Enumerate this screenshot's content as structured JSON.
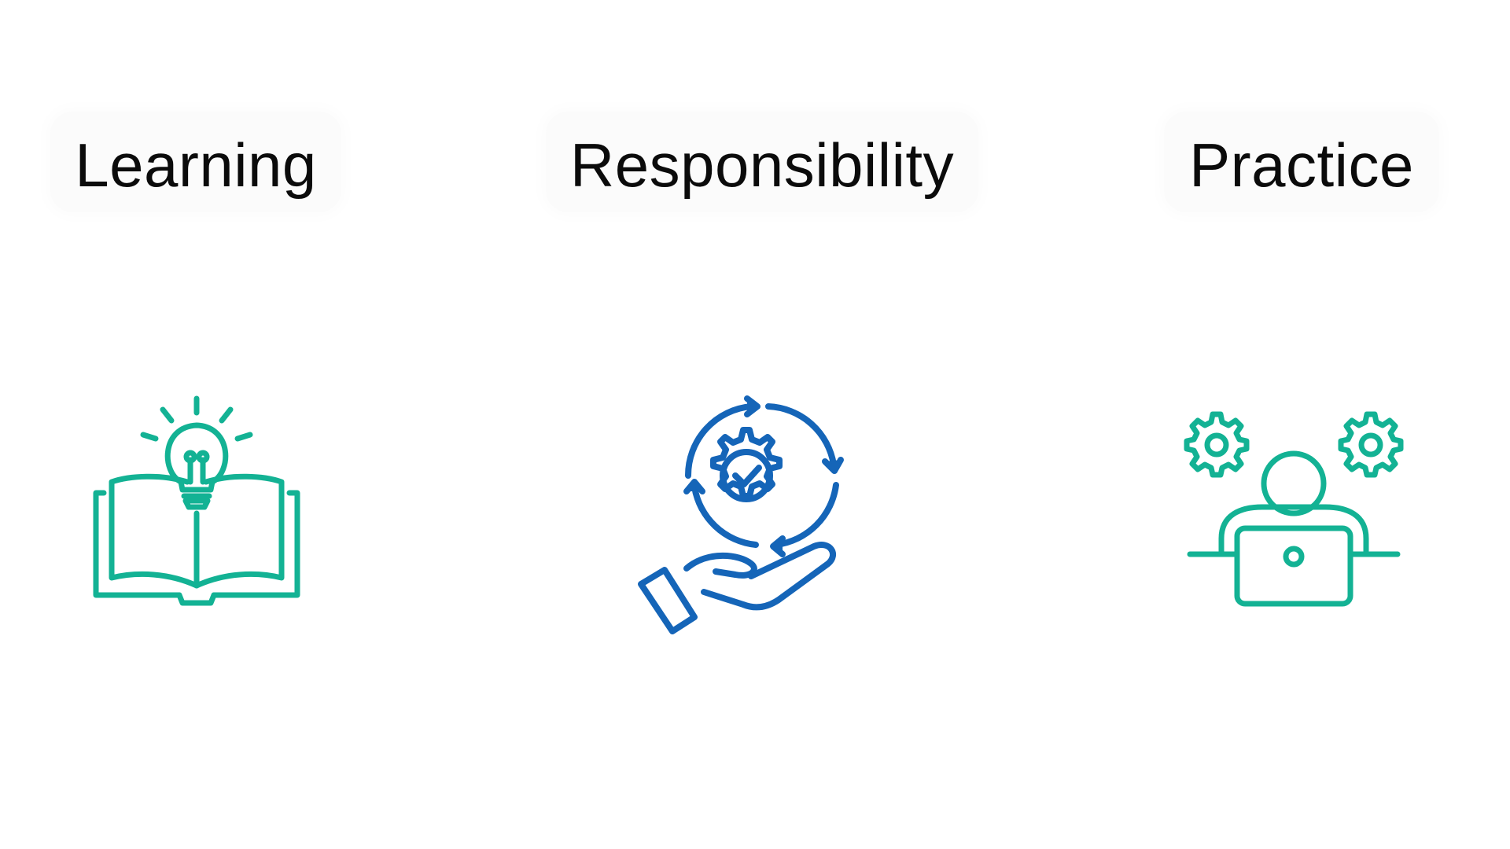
{
  "sections": [
    {
      "label": "Learning",
      "icon": "open-book-lightbulb-icon",
      "color": "#13b294"
    },
    {
      "label": "Responsibility",
      "icon": "hand-gear-check-icon",
      "color": "#1565b8"
    },
    {
      "label": "Practice",
      "icon": "person-laptop-gears-icon",
      "color": "#13b294"
    }
  ]
}
